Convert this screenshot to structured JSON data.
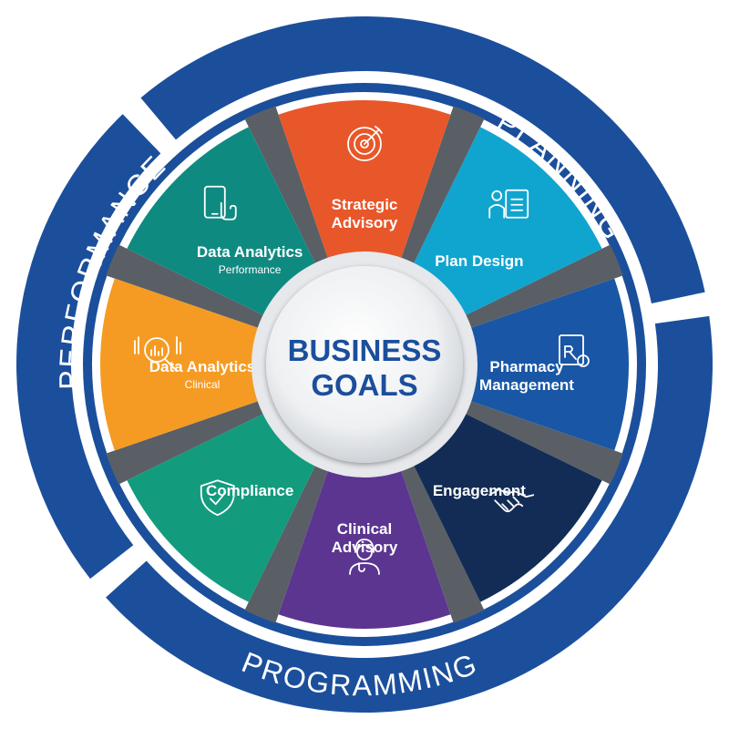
{
  "outer_ring": {
    "labels": [
      "PLANNING",
      "PROGRAMMING",
      "PERFORMANCE"
    ],
    "color": "#1b4f9c"
  },
  "center": {
    "line1": "BUSINESS",
    "line2": "GOALS",
    "color": "#1b4f9c"
  },
  "segments": [
    {
      "title": [
        "Strategic",
        "Advisory"
      ],
      "subtitle": "",
      "icon": "target-icon",
      "color": "#e8572a"
    },
    {
      "title": [
        "Plan Design"
      ],
      "subtitle": "",
      "icon": "clipboard-icon",
      "color": "#10a5cf"
    },
    {
      "title": [
        "Pharmacy",
        "Management"
      ],
      "subtitle": "",
      "icon": "prescription-icon",
      "color": "#1956a5"
    },
    {
      "title": [
        "Engagement"
      ],
      "subtitle": "",
      "icon": "handshake-icon",
      "color": "#132c55"
    },
    {
      "title": [
        "Clinical",
        "Advisory"
      ],
      "subtitle": "",
      "icon": "doctor-icon",
      "color": "#5b3590"
    },
    {
      "title": [
        "Compliance"
      ],
      "subtitle": "",
      "icon": "shield-check-icon",
      "color": "#139b7e"
    },
    {
      "title": [
        "Data Analytics"
      ],
      "subtitle": "Clinical",
      "icon": "magnifier-chart-icon",
      "color": "#f59b23"
    },
    {
      "title": [
        "Data Analytics"
      ],
      "subtitle": "Performance",
      "icon": "tablet-touch-icon",
      "color": "#0f8a81"
    }
  ]
}
